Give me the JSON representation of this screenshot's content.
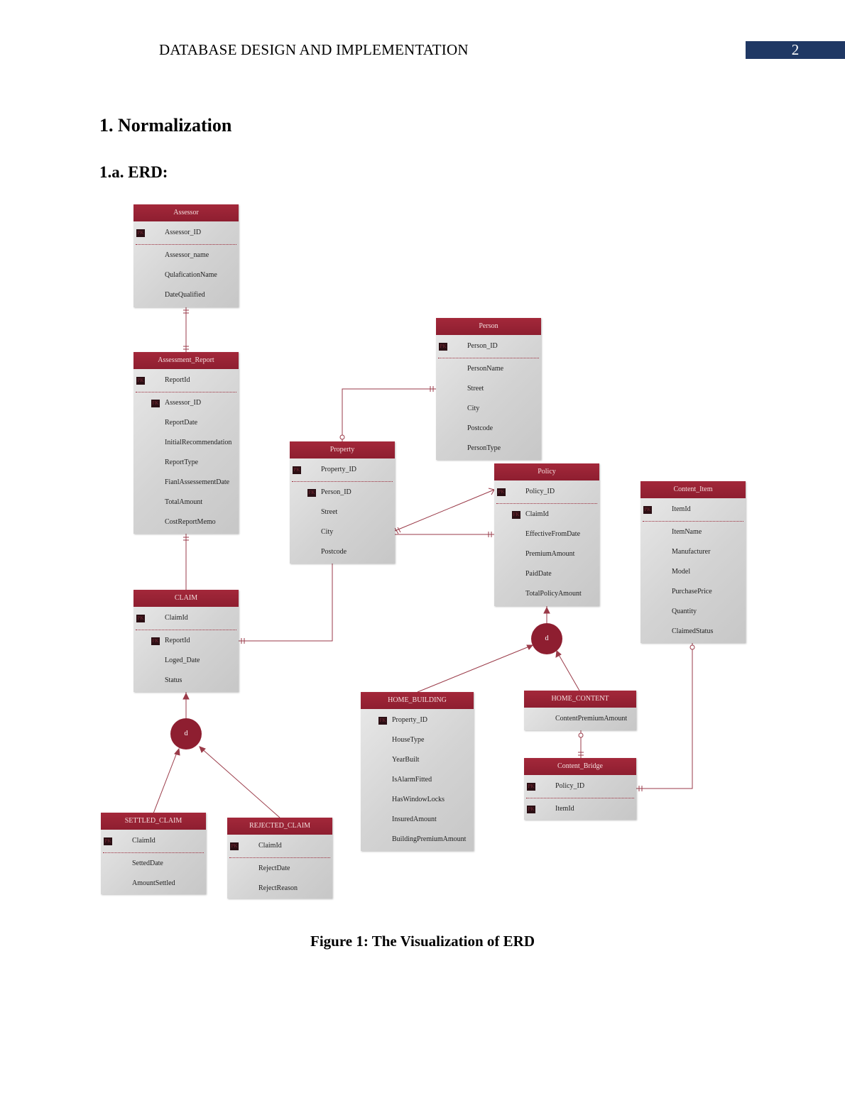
{
  "header": {
    "running_head": "DATABASE DESIGN AND IMPLEMENTATION",
    "page_number": "2"
  },
  "heading1": "1. Normalization",
  "heading2": "1.a. ERD:",
  "caption": "Figure 1: The Visualization of ERD",
  "colors": {
    "entity_header": "#8e1e30",
    "page_number_bg": "#1f3864",
    "connector": "#9a3a48"
  },
  "erd": {
    "assessor": {
      "title": "Assessor",
      "pk": "Assessor_ID",
      "attrs": [
        "Assessor_name",
        "QulaficationName",
        "DateQualified"
      ]
    },
    "assessment_report": {
      "title": "Assessment_Report",
      "pk": "ReportId",
      "fk": "Assessor_ID",
      "attrs": [
        "ReportDate",
        "InitialRecommendation",
        "ReportType",
        "FianlAssessementDate",
        "TotalAmount",
        "CostReportMemo"
      ]
    },
    "claim": {
      "title": "CLAIM",
      "pk": "ClaimId",
      "fk": "ReportId",
      "attrs": [
        "Loged_Date",
        "Status"
      ]
    },
    "settled_claim": {
      "title": "SETTLED_CLAIM",
      "pk": "ClaimId",
      "attrs": [
        "SettedDate",
        "AmountSettled"
      ]
    },
    "rejected_claim": {
      "title": "REJECTED_CLAIM",
      "pk": "ClaimId",
      "attrs": [
        "RejectDate",
        "RejectReason"
      ]
    },
    "person": {
      "title": "Person",
      "pk": "Person_ID",
      "attrs": [
        "PersonName",
        "Street",
        "City",
        "Postcode",
        "PersonType"
      ]
    },
    "property": {
      "title": "Property",
      "pk": "Property_ID",
      "fk": "Person_ID",
      "attrs": [
        "Street",
        "City",
        "Postcode"
      ]
    },
    "policy": {
      "title": "Policy",
      "pk": "Policy_ID",
      "fk": "ClaimId",
      "attrs": [
        "EffectiveFromDate",
        "PremiumAmount",
        "PaidDate",
        "TotalPolicyAmount"
      ]
    },
    "content_item": {
      "title": "Content_Item",
      "pk": "ItemId",
      "attrs": [
        "ItemName",
        "Manufacturer",
        "Model",
        "PurchasePrice",
        "Quantity",
        "ClaimedStatus"
      ]
    },
    "home_building": {
      "title": "HOME_BUILDING",
      "fk": "Property_ID",
      "attrs": [
        "HouseType",
        "YearBuilt",
        "IsAlarmFitted",
        "HasWindowLocks",
        "InsuredAmount",
        "BuildingPremiumAmount"
      ]
    },
    "home_content": {
      "title": "HOME_CONTENT",
      "attrs": [
        "ContentPremiumAmount"
      ]
    },
    "content_bridge": {
      "title": "Content_Bridge",
      "pk": "Policy_ID",
      "pk2": "ItemId"
    },
    "disjoint_label": "d",
    "pk_label": "PK",
    "fk_label": "FK"
  }
}
